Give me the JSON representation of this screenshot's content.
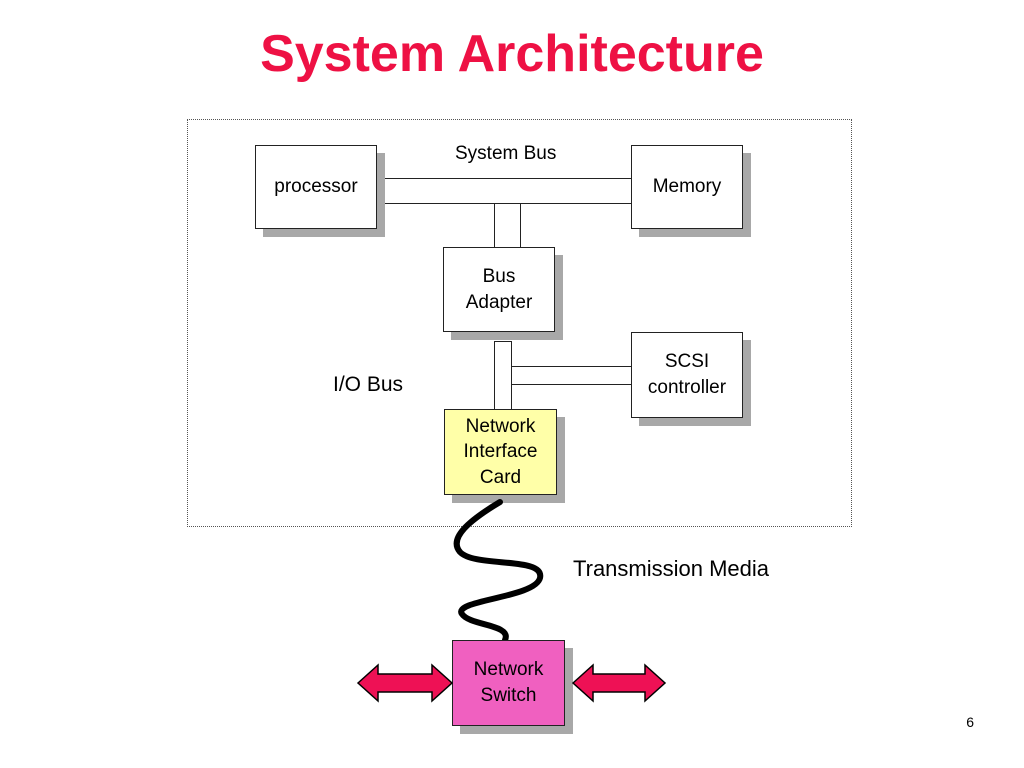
{
  "slide": {
    "title": "System Architecture",
    "page_number": "6"
  },
  "diagram": {
    "processor": "processor",
    "memory": "Memory",
    "system_bus": "System Bus",
    "bus_adapter": "Bus\nAdapter",
    "io_bus": "I/O Bus",
    "scsi_controller": "SCSI\ncontroller",
    "nic": "Network\nInterface\nCard",
    "transmission_media": "Transmission Media",
    "network_switch": "Network\nSwitch"
  },
  "colors": {
    "title": "#ee1144",
    "nic_fill": "#ffffa8",
    "switch_fill": "#f060c0",
    "arrow_fill": "#ee1155"
  }
}
